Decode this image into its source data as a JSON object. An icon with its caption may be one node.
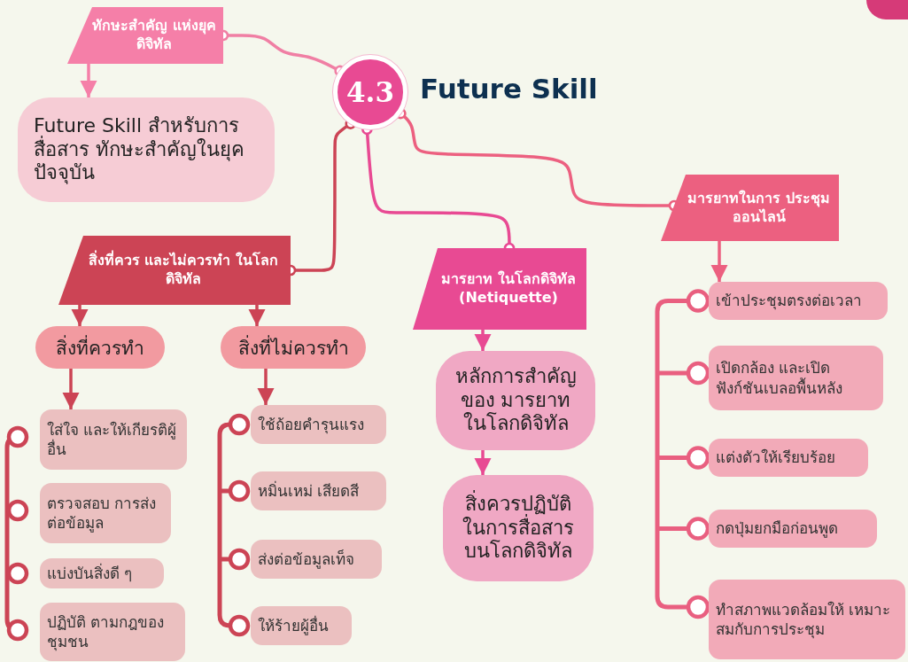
{
  "diagram": {
    "nodes": [
      {
        "text": [
          "4.3"
        ],
        "beside": [
          "Future Skill"
        ]
      },
      {
        "text": [
          "ทักษะสำคัญ แห่งยุคดิจิทัล"
        ]
      },
      {
        "text": [
          "Future Skill สำหรับการสื่อสาร ทักษะสำคัญในยุคปัจจุบัน"
        ]
      },
      {
        "text": [
          "สิ่งที่ควร และไม่ควรทำ ในโลกดิจิทัล"
        ]
      },
      {
        "text": [
          "สิ่งที่ควรทำ"
        ]
      },
      {
        "text": [
          "สิ่งที่ไม่ควรทำ"
        ]
      },
      {
        "text": [
          "ใส่ใจ และให้เกียรติผู้อื่น"
        ]
      },
      {
        "text": [
          "ตรวจสอบ การส่งต่อข้อมูล"
        ]
      },
      {
        "text": [
          "แบ่งบันสิ่งดี ๆ"
        ]
      },
      {
        "text": [
          "ปฏิบัติ ตามกฎของชุมชน"
        ]
      },
      {
        "text": [
          "ใช้ถ้อยคำรุนแรง"
        ]
      },
      {
        "text": [
          "หมิ่นเหม่ เสียดสี"
        ]
      },
      {
        "text": [
          "ส่งต่อข้อมูลเท็จ"
        ]
      },
      {
        "text": [
          "ให้ร้ายผู้อื่น"
        ]
      },
      {
        "text": [
          "มารยาท ในโลกดิจิทัล (Netiquette)"
        ]
      },
      {
        "text": [
          "หลักการสำคัญ ของ มารยาท ในโลกดิจิทัล"
        ]
      },
      {
        "text": [
          "สิ่งควรปฏิบัติ ในการสื่อสาร บนโลกดิจิทัล"
        ]
      },
      {
        "text": [
          "มารยาทในการ ประชุมออนไลน์"
        ]
      },
      {
        "text": [
          "เข้าประชุมตรงต่อเวลา"
        ]
      },
      {
        "text": [
          "เปิดกล้อง และเปิด ฟังก์ชันเบลอพื้นหลัง"
        ]
      },
      {
        "text": [
          "แต่งตัวให้เรียบร้อย"
        ]
      },
      {
        "text": [
          "กดปุ่มยกมือก่อนพูด"
        ]
      },
      {
        "text": [
          "ทำสภาพแวดล้อมให้ เหมาะสมกับการประชุม"
        ]
      }
    ],
    "edges": [
      {
        "from": 0,
        "to": 1,
        "arrow": "other",
        "color": "#f07fa4"
      },
      {
        "from": 1,
        "to": 2,
        "arrow": "to",
        "color": "#f57fa8"
      },
      {
        "from": 0,
        "to": 3,
        "arrow": "other"
      },
      {
        "from": 3,
        "to": 4,
        "arrow": "to"
      },
      {
        "from": 3,
        "to": 5,
        "arrow": "to"
      },
      {
        "from": 4,
        "to": 6,
        "arrow": "to"
      },
      {
        "from": 5,
        "to": 10,
        "arrow": "to"
      },
      {
        "from": 0,
        "to": 14,
        "arrow": "other",
        "color": "#e84a93"
      },
      {
        "from": 14,
        "to": 15,
        "arrow": "to",
        "color": "#e84a93"
      },
      {
        "from": 15,
        "to": 16,
        "arrow": "to",
        "color": "#e84a93"
      },
      {
        "from": 0,
        "to": 17,
        "arrow": "other",
        "color": "#ec6080"
      },
      {
        "from": 17,
        "to": 18,
        "arrow": "to",
        "color": "#ec6080"
      }
    ]
  }
}
